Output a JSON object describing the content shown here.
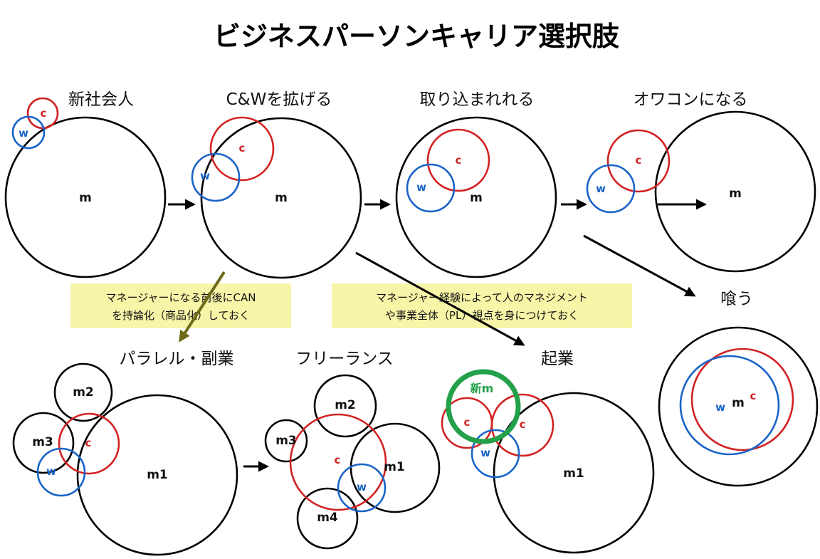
{
  "title": "ビジネスパーソンキャリア選択肢",
  "sections": {
    "new_grad": "新社会人",
    "expand": "C&Wを拡げる",
    "absorbed": "取り込まれれる",
    "obsolete": "オワコンになる",
    "eat": "喰う",
    "parallel": "パラレル・副業",
    "freelance": "フリーランス",
    "startup": "起業"
  },
  "notes": {
    "note1_line1": "マネージャーになる前後にCAN",
    "note1_line2": "を持論化（商品化）しておく",
    "note2_line1": "マネージャー経験によって人のマネジメント",
    "note2_line2": "や事業全体（PL）視点を身につけておく"
  },
  "labels": {
    "m": "m",
    "c": "c",
    "w": "w",
    "m1": "m1",
    "m2": "m2",
    "m3": "m3",
    "m4": "m4",
    "new_m": "新m"
  },
  "colors": {
    "must": "#000000",
    "can": "#d22222",
    "will": "#1a64c8",
    "new": "#22a04a",
    "note_bg": "#f7f5a8"
  }
}
